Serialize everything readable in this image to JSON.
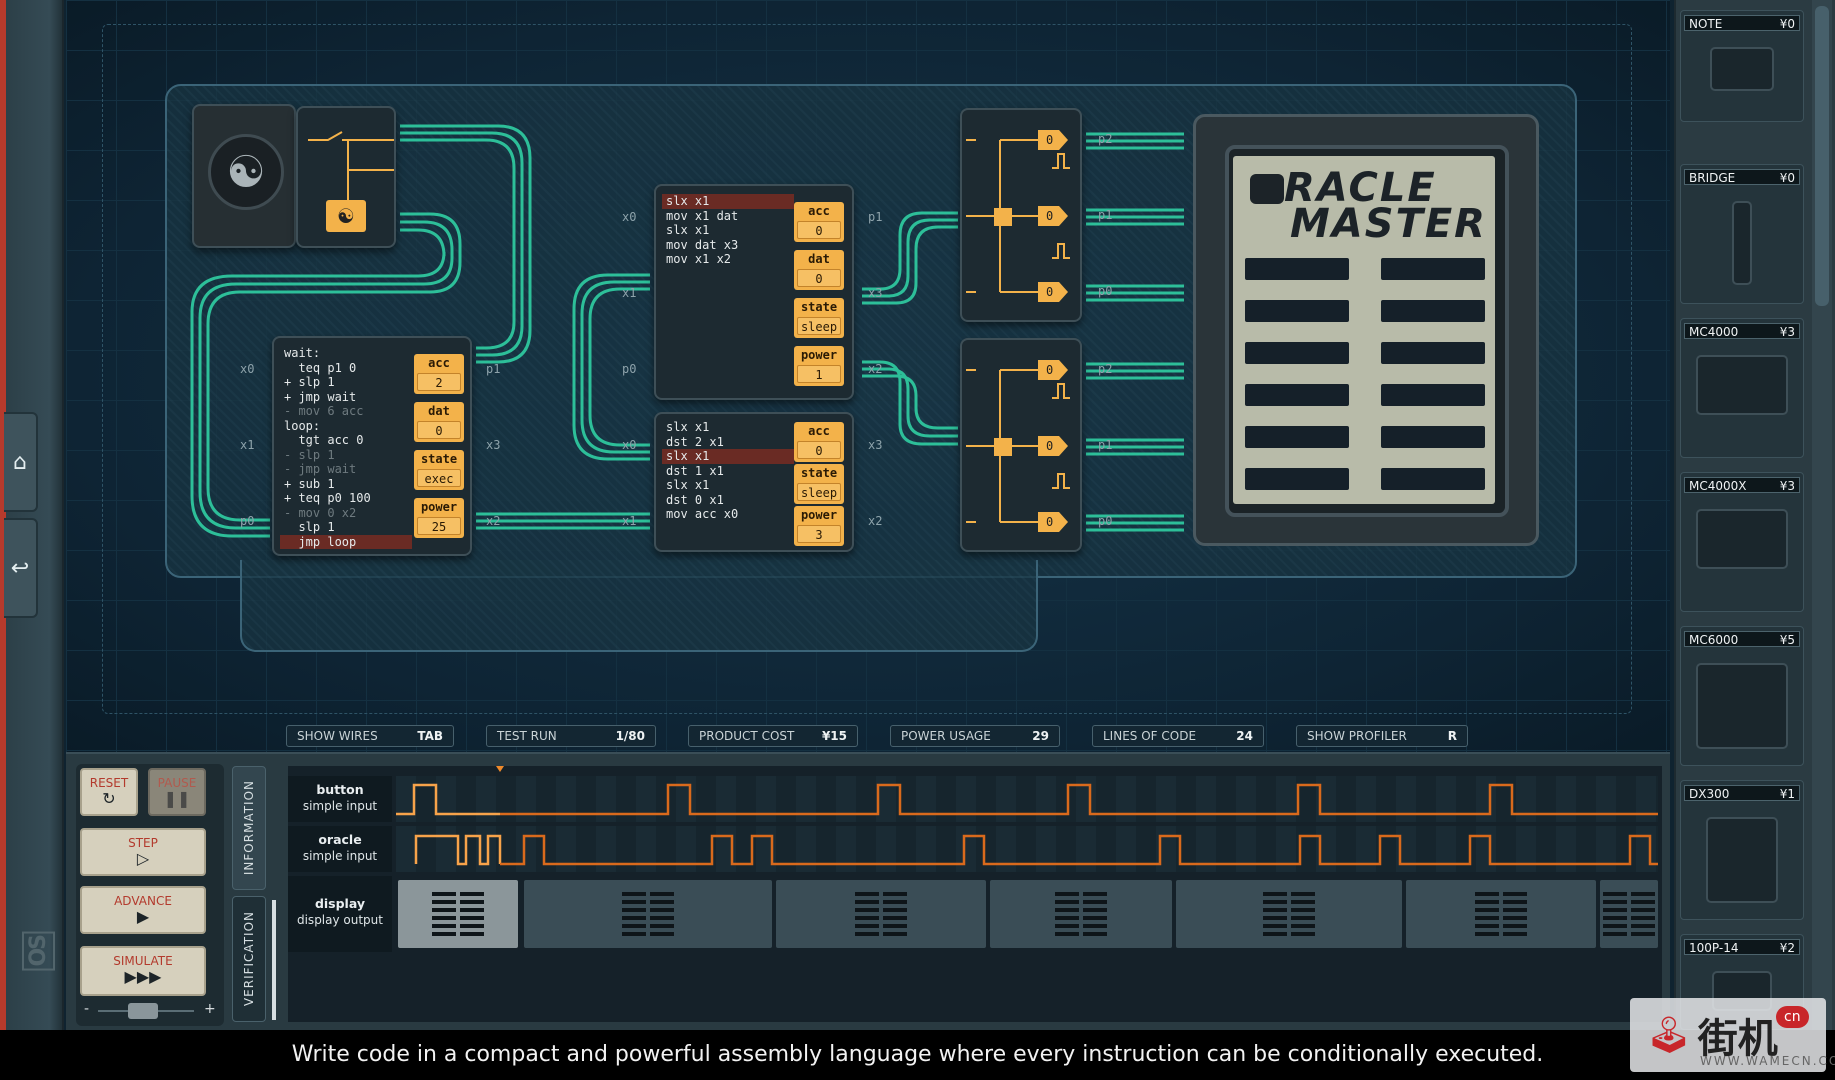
{
  "status_bar": {
    "show_wires": {
      "label": "SHOW WIRES",
      "key": "TAB"
    },
    "test_run": {
      "label": "TEST RUN",
      "value": "1/80"
    },
    "product_cost": {
      "label": "PRODUCT COST",
      "value": "¥15"
    },
    "power_usage": {
      "label": "POWER USAGE",
      "value": "29"
    },
    "lines_of_code": {
      "label": "LINES OF CODE",
      "value": "24"
    },
    "show_profiler": {
      "label": "SHOW PROFILER",
      "key": "R"
    }
  },
  "chips": {
    "chip_a": {
      "code": [
        {
          "t": "wait:",
          "s": "n"
        },
        {
          "t": "  teq p1 0",
          "s": "n"
        },
        {
          "t": "+ slp 1",
          "s": "n"
        },
        {
          "t": "+ jmp wait",
          "s": "n"
        },
        {
          "t": "- mov 6 acc",
          "s": "dim"
        },
        {
          "t": "loop:",
          "s": "n"
        },
        {
          "t": "  tgt acc 0",
          "s": "n"
        },
        {
          "t": "- slp 1",
          "s": "dim"
        },
        {
          "t": "- jmp wait",
          "s": "dim"
        },
        {
          "t": "+ sub 1",
          "s": "n"
        },
        {
          "t": "+ teq p0 100",
          "s": "n"
        },
        {
          "t": "- mov 0 x2",
          "s": "dim"
        },
        {
          "t": "  slp 1",
          "s": "n"
        },
        {
          "t": "  jmp loop",
          "s": "hl"
        }
      ],
      "acc": "2",
      "dat": "0",
      "state": "exec",
      "power": "25",
      "ports": [
        "x0",
        "x1",
        "p0",
        "p1",
        "x3",
        "x2"
      ]
    },
    "chip_b": {
      "code": [
        {
          "t": "slx x1",
          "s": "hl"
        },
        {
          "t": "mov x1 dat",
          "s": "n"
        },
        {
          "t": "slx x1",
          "s": "n"
        },
        {
          "t": "mov dat x3",
          "s": "n"
        },
        {
          "t": "mov x1 x2",
          "s": "n"
        }
      ],
      "acc": "0",
      "dat": "0",
      "state": "sleep",
      "power": "1",
      "ports": [
        "x0",
        "x1",
        "p0",
        "p1",
        "x3",
        "x2"
      ]
    },
    "chip_c": {
      "code": [
        {
          "t": "slx x1",
          "s": "n"
        },
        {
          "t": "dst 2 x1",
          "s": "n"
        },
        {
          "t": "slx x1",
          "s": "hl"
        },
        {
          "t": "dst 1 x1",
          "s": "n"
        },
        {
          "t": "slx x1",
          "s": "n"
        },
        {
          "t": "dst 0 x1",
          "s": "n"
        },
        {
          "t": "mov acc x0",
          "s": "n"
        }
      ],
      "acc": "0",
      "state": "sleep",
      "power": "3",
      "ports": [
        "x0",
        "x1",
        "x3",
        "x2"
      ]
    },
    "labels": {
      "acc": "acc",
      "dat": "dat",
      "state": "state",
      "power": "power"
    }
  },
  "dx_ports": {
    "top": [
      "p2",
      "p1",
      "p0"
    ],
    "bottom": [
      "p2",
      "p1",
      "p0"
    ],
    "values": [
      "0",
      "0",
      "0"
    ]
  },
  "oracle": {
    "title_line1": "RACLE",
    "title_line2": "MASTER"
  },
  "controls": {
    "reset": "RESET",
    "pause": "PAUSE",
    "step": "STEP",
    "advance": "ADVANCE",
    "simulate": "SIMULATE",
    "speed_minus": "-",
    "speed_plus": "+"
  },
  "tabs": {
    "information": "INFORMATION",
    "verification": "VERIFICATION"
  },
  "signals": [
    {
      "name": "button",
      "type": "simple input"
    },
    {
      "name": "oracle",
      "type": "simple input"
    },
    {
      "name": "display",
      "type": "display output"
    }
  ],
  "inventory": [
    {
      "name": "NOTE",
      "price": "¥0"
    },
    {
      "name": "BRIDGE",
      "price": "¥0"
    },
    {
      "name": "MC4000",
      "price": "¥3"
    },
    {
      "name": "MC4000X",
      "price": "¥3"
    },
    {
      "name": "MC6000",
      "price": "¥5"
    },
    {
      "name": "DX300",
      "price": "¥1"
    },
    {
      "name": "100P-14",
      "price": "¥2"
    }
  ],
  "caption": "Write code in a compact and powerful assembly language where every instruction can be conditionally executed.",
  "watermark": {
    "text": "街机",
    "badge": "cn",
    "sub": "WWW.WAMECN.COM"
  },
  "colors": {
    "wire_green": "#2fc79e",
    "accent_orange": "#f3b24a",
    "signal_orange": "#e88224"
  }
}
